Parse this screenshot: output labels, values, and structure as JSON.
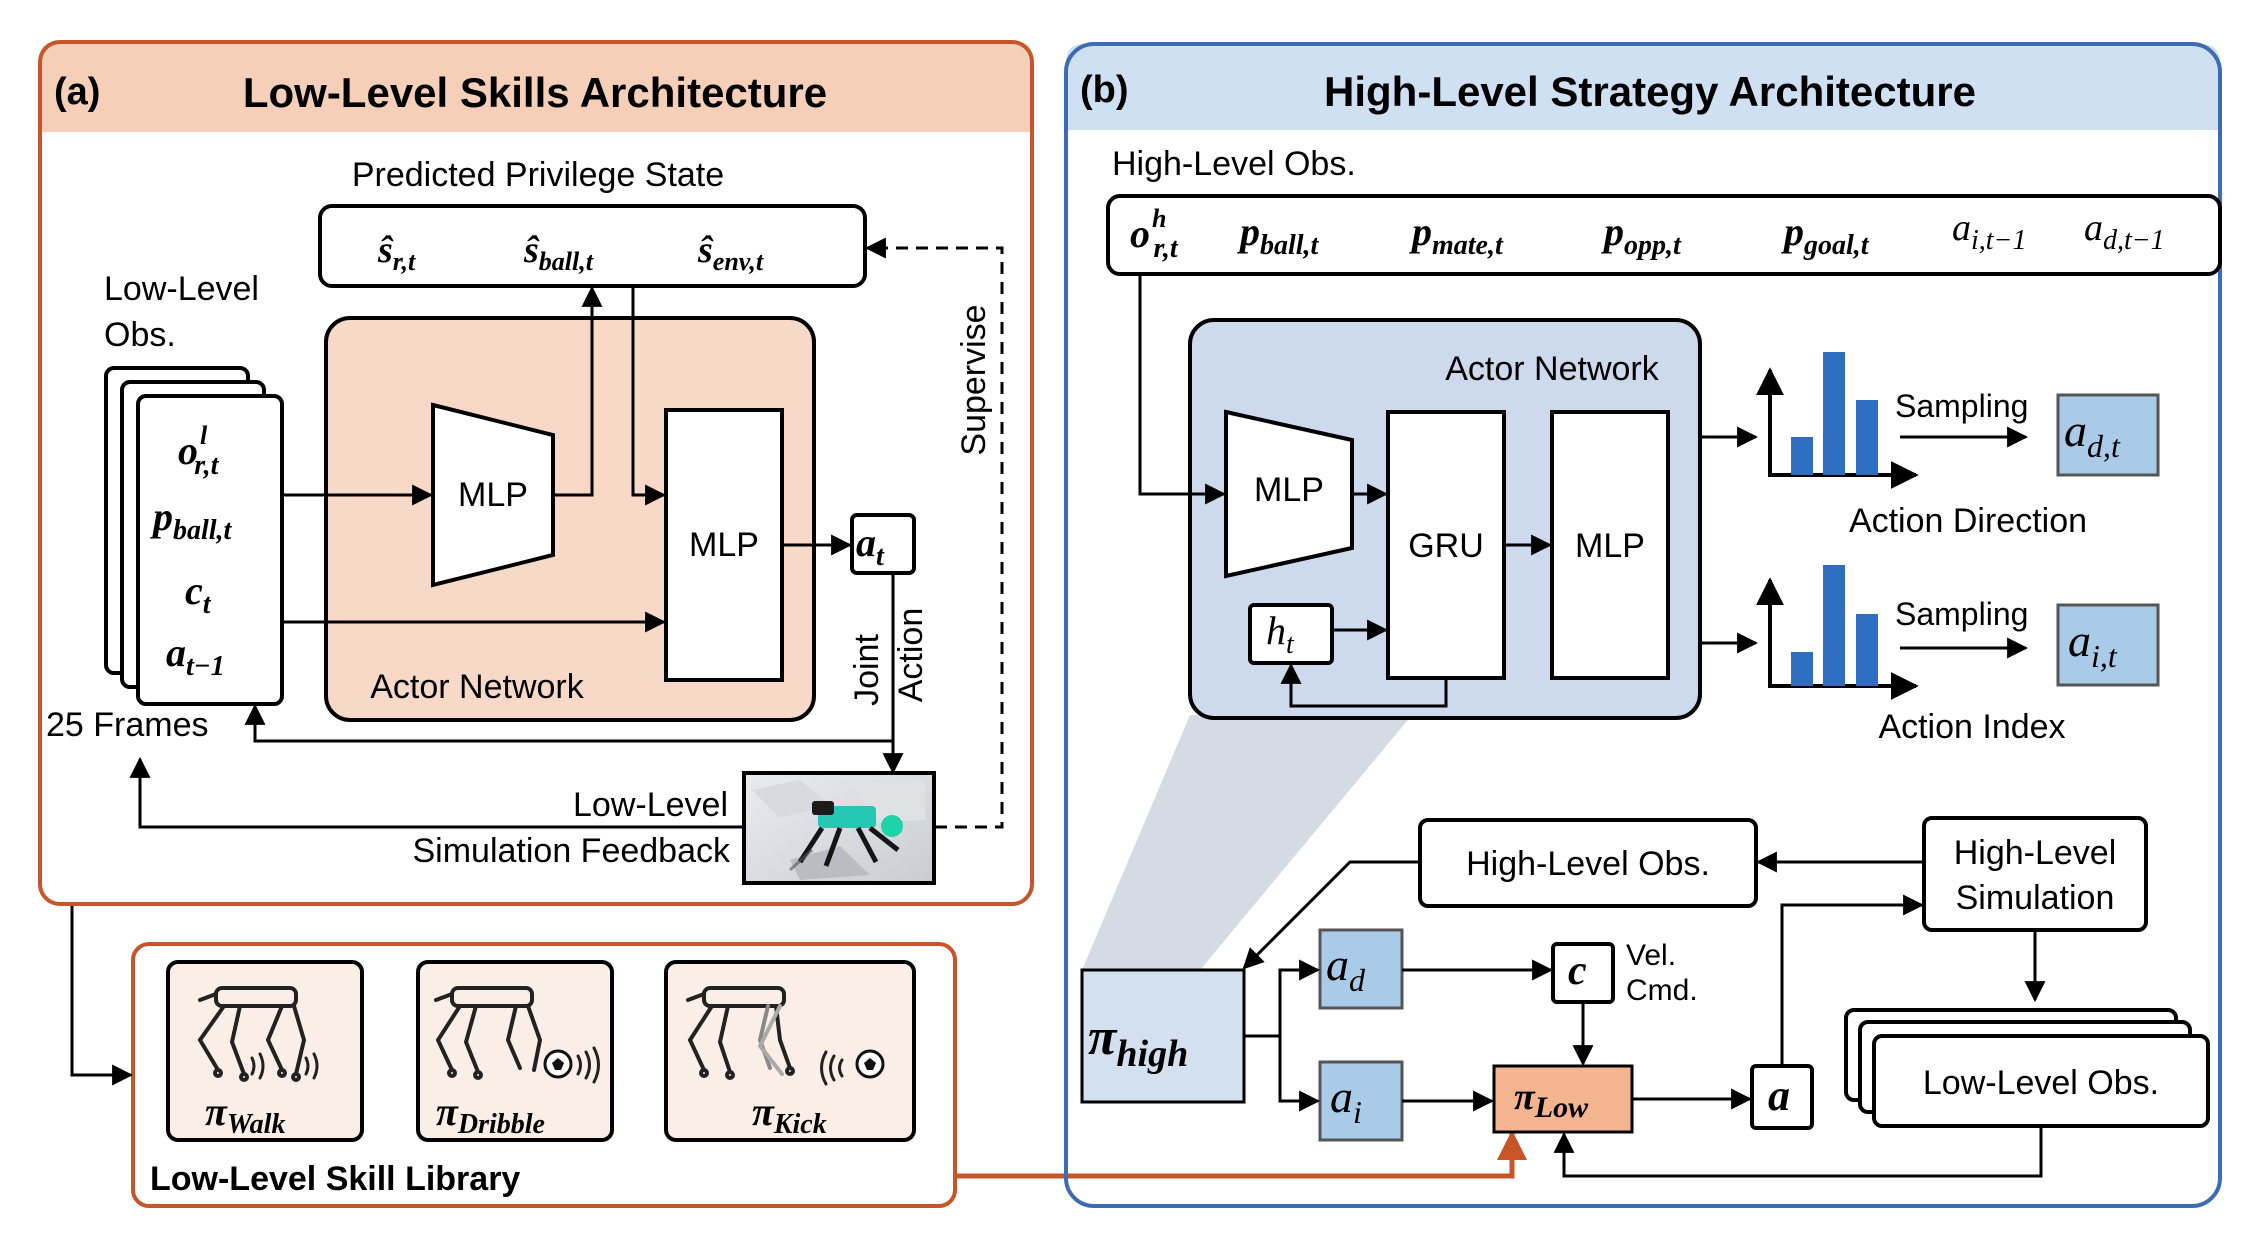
{
  "colors": {
    "panel_a_border": "#c8552a",
    "panel_a_header": "#f5cfb8",
    "actor_a_fill": "#f8d9c8",
    "panel_b_border": "#3d6cb5",
    "panel_b_header": "#cfe0f3",
    "actor_b_fill": "#cdd9ec",
    "action_box_fill": "#a9cbe8",
    "pi_low_fill": "#f4b490",
    "bar_blue": "#2f6dc0",
    "skill_card_fill": "#fbeee6",
    "pi_high_fill": "#d3e0ef"
  },
  "panel_a": {
    "tag": "(a)",
    "title": "Low-Level Skills Architecture",
    "predicted_state_label": "Predicted Privilege State",
    "pred_r": "ŝ",
    "pred_r_sub": "r,t",
    "pred_ball": "ŝ",
    "pred_ball_sub": "ball,t",
    "pred_env": "ŝ",
    "pred_env_sub": "env,t",
    "obs_label_1": "Low-Level",
    "obs_label_2": "Obs.",
    "obs_o": "o",
    "obs_o_sup": "l",
    "obs_o_sub": "r,t",
    "obs_p": "p",
    "obs_p_sub": "ball,t",
    "obs_c": "c",
    "obs_c_sub": "t",
    "obs_a": "a",
    "obs_a_sub": "t−1",
    "frames_label": "25 Frames",
    "mlp_encoder": "MLP",
    "mlp_main": "MLP",
    "actor_network": "Actor Network",
    "action_a": "a",
    "action_a_sub": "t",
    "supervise": "Supervise",
    "joint": "Joint",
    "action_word": "Action",
    "feedback_1": "Low-Level",
    "feedback_2": "Simulation Feedback"
  },
  "skill_library": {
    "title": "Low-Level Skill Library",
    "skills": [
      {
        "pi": "π",
        "sub": "Walk",
        "icon": "quadruped-walk-icon"
      },
      {
        "pi": "π",
        "sub": "Dribble",
        "icon": "quadruped-dribble-icon"
      },
      {
        "pi": "π",
        "sub": "Kick",
        "icon": "quadruped-kick-icon"
      }
    ]
  },
  "panel_b": {
    "tag": "(b)",
    "title": "High-Level Strategy Architecture",
    "obs_label": "High-Level Obs.",
    "obs_items": [
      {
        "base": "o",
        "sup": "h",
        "sub": "r,t"
      },
      {
        "base": "p",
        "sup": "",
        "sub": "ball,t"
      },
      {
        "base": "p",
        "sup": "",
        "sub": "mate,t"
      },
      {
        "base": "p",
        "sup": "",
        "sub": "opp,t"
      },
      {
        "base": "p",
        "sup": "",
        "sub": "goal,t"
      },
      {
        "base": "a",
        "sup": "",
        "sub": "i,t−1"
      },
      {
        "base": "a",
        "sup": "",
        "sub": "d,t−1"
      }
    ],
    "actor_network": "Actor Network",
    "mlp_encoder": "MLP",
    "gru": "GRU",
    "mlp_head": "MLP",
    "hidden": "h",
    "hidden_sub": "t",
    "sampling_1": "Sampling",
    "sampling_2": "Sampling",
    "out_d": "a",
    "out_d_sub": "d,t",
    "out_i": "a",
    "out_i_sub": "i,t",
    "action_direction": "Action Direction",
    "action_index": "Action Index",
    "hl_obs_box": "High-Level Obs.",
    "hl_sim_1": "High-Level",
    "hl_sim_2": "Simulation",
    "pi_high": "π",
    "pi_high_sub": "high",
    "ad": "a",
    "ad_sub": "d",
    "ai": "a",
    "ai_sub": "i",
    "c": "c",
    "vel_cmd_1": "Vel.",
    "vel_cmd_2": "Cmd.",
    "pi_low": "π",
    "pi_low_sub": "Low",
    "a_final": "a",
    "ll_obs_box": "Low-Level Obs."
  }
}
